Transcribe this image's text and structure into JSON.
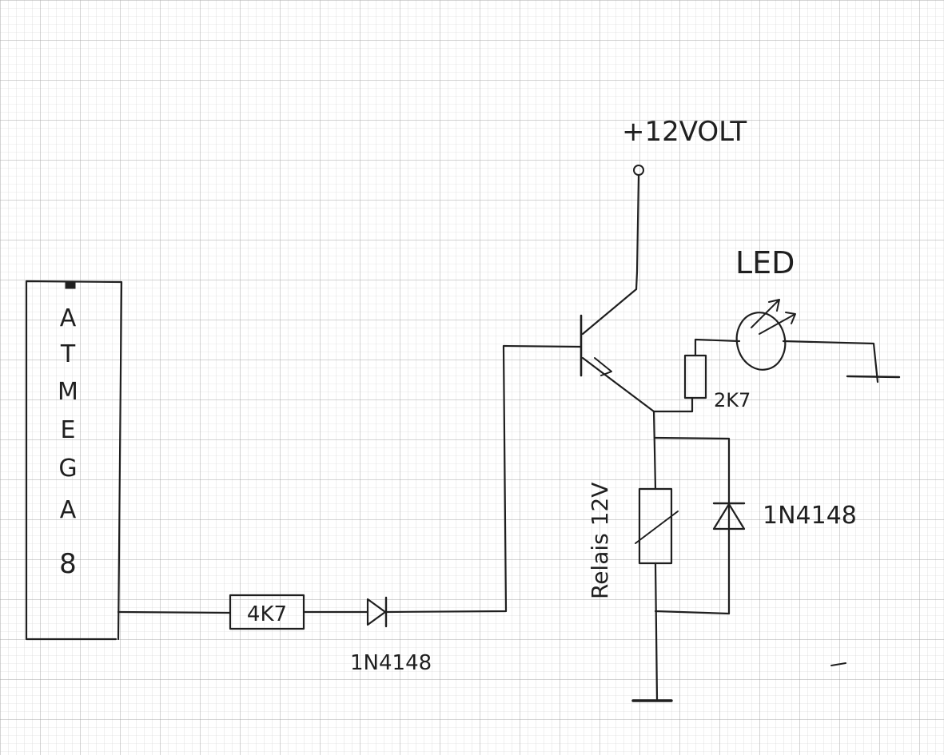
{
  "diagram": {
    "ic": {
      "letters": [
        "A",
        "T",
        "M",
        "E",
        "G",
        "A",
        "8"
      ]
    },
    "supply_label": "+12VOLT",
    "base_resistor_label": "4K7",
    "base_diode_label": "1N4148",
    "led_label": "LED",
    "led_resistor_label": "2K7",
    "relay_label": "Relais 12V",
    "flyback_diode_label": "1N4148"
  }
}
